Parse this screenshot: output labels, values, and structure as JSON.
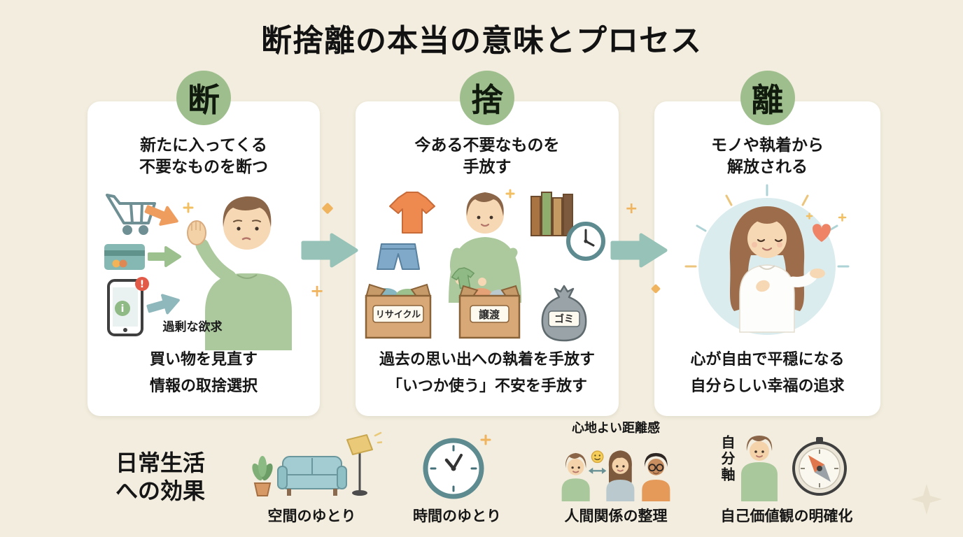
{
  "title": "断捨離の本当の意味とプロセス",
  "panels": [
    {
      "kanji": "断",
      "heading": "新たに入ってくる\n不要なものを断つ",
      "illustration_note": "過剰な欲求",
      "alert_glyph": "!",
      "info_glyph": "i",
      "bottom": "買い物を見直す\n情報の取捨選択"
    },
    {
      "kanji": "捨",
      "heading": "今ある不要なものを\n手放す",
      "box_labels": [
        "リサイクル",
        "譲渡",
        "ゴミ"
      ],
      "bottom": "過去の思い出への執着を手放す\n「いつか使う」不安を手放す"
    },
    {
      "kanji": "離",
      "heading": "モノや執着から\n解放される",
      "bottom": "心が自由で平穏になる\n自分らしい幸福の追求"
    }
  ],
  "effects": {
    "label": "日常生活\nへの効果",
    "items": [
      {
        "label": "空間のゆとり"
      },
      {
        "label": "時間のゆとり"
      },
      {
        "label": "人間関係の整理",
        "note": "心地よい距離感"
      },
      {
        "label": "自己価値観の明確化",
        "note": "自分軸"
      }
    ]
  },
  "colors": {
    "background": "#f2edde",
    "card": "#ffffff",
    "badge_green": "#9fbe8e",
    "arrow_teal": "#96c2b8",
    "accent_orange": "#ef9d5f",
    "heart_orange": "#ee8465",
    "text": "#161616"
  }
}
